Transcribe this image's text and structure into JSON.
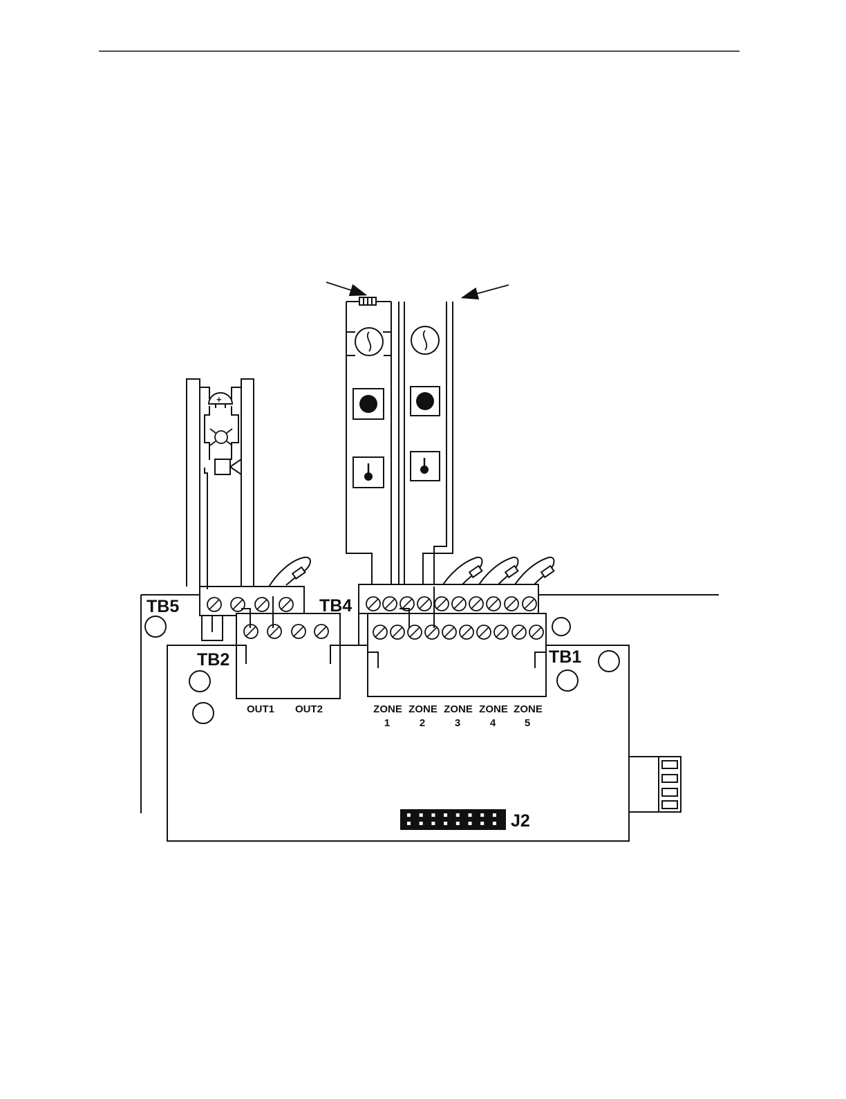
{
  "diagram": {
    "labels": {
      "tb5": "TB5",
      "tb4": "TB4",
      "tb2": "TB2",
      "tb1": "TB1",
      "j2": "J2",
      "out1": "OUT1",
      "out2": "OUT2"
    },
    "zones": [
      {
        "word": "ZONE",
        "num": "1"
      },
      {
        "word": "ZONE",
        "num": "2"
      },
      {
        "word": "ZONE",
        "num": "3"
      },
      {
        "word": "ZONE",
        "num": "4"
      },
      {
        "word": "ZONE",
        "num": "5"
      }
    ],
    "icons": {
      "horn": "horn-icon",
      "strobe": "strobe-icon",
      "bell": "bell-icon",
      "smoke_detector": "smoke-detector-icon",
      "pull_station": "pull-station-icon",
      "heat_detector": "heat-detector-icon",
      "resistor": "resistor-icon"
    },
    "colors": {
      "ink": "#111111",
      "paper": "#ffffff"
    }
  }
}
